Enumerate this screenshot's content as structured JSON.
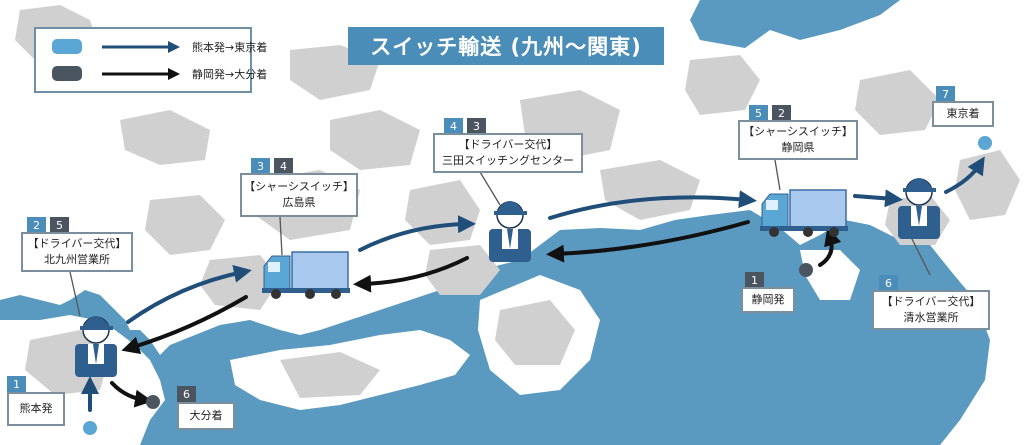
{
  "title": "スイッチ輸送 (九州〜関東)",
  "legend": [
    {
      "label": "熊本発→東京着",
      "color": "#5aa6d4"
    },
    {
      "label": "静岡発→大分着",
      "color": "#4b5560"
    }
  ],
  "colors": {
    "blue_route": "#1f4e79",
    "dark_route": "#111111",
    "sea": "#5a9ac0",
    "land_light": "#ffffff",
    "land_grey": "#d0d0d0"
  },
  "labels": {
    "kumamoto": {
      "badges": [
        "1"
      ],
      "lines": [
        "熊本発"
      ]
    },
    "oita": {
      "badges": [
        "6"
      ],
      "lines": [
        "大分着"
      ]
    },
    "kitakyushu": {
      "badges": [
        "2",
        "5"
      ],
      "lines": [
        "【ドライバー交代】",
        "北九州営業所"
      ]
    },
    "hiroshima": {
      "badges": [
        "3",
        "4"
      ],
      "lines": [
        "【シャーシスイッチ】",
        "広島県"
      ]
    },
    "mita": {
      "badges": [
        "4",
        "3"
      ],
      "lines": [
        "【ドライバー交代】",
        "三田スイッチングセンター"
      ]
    },
    "shizuoka": {
      "badges": [
        "5",
        "2"
      ],
      "lines": [
        "【シャーシスイッチ】",
        "静岡県"
      ]
    },
    "shizuoka_dep": {
      "badges": [
        "1"
      ],
      "lines": [
        "静岡発"
      ]
    },
    "shimizu": {
      "badges": [
        "6"
      ],
      "lines": [
        "【ドライバー交代】",
        "清水営業所"
      ]
    },
    "tokyo": {
      "badges": [
        "7"
      ],
      "lines": [
        "東京着"
      ]
    }
  }
}
